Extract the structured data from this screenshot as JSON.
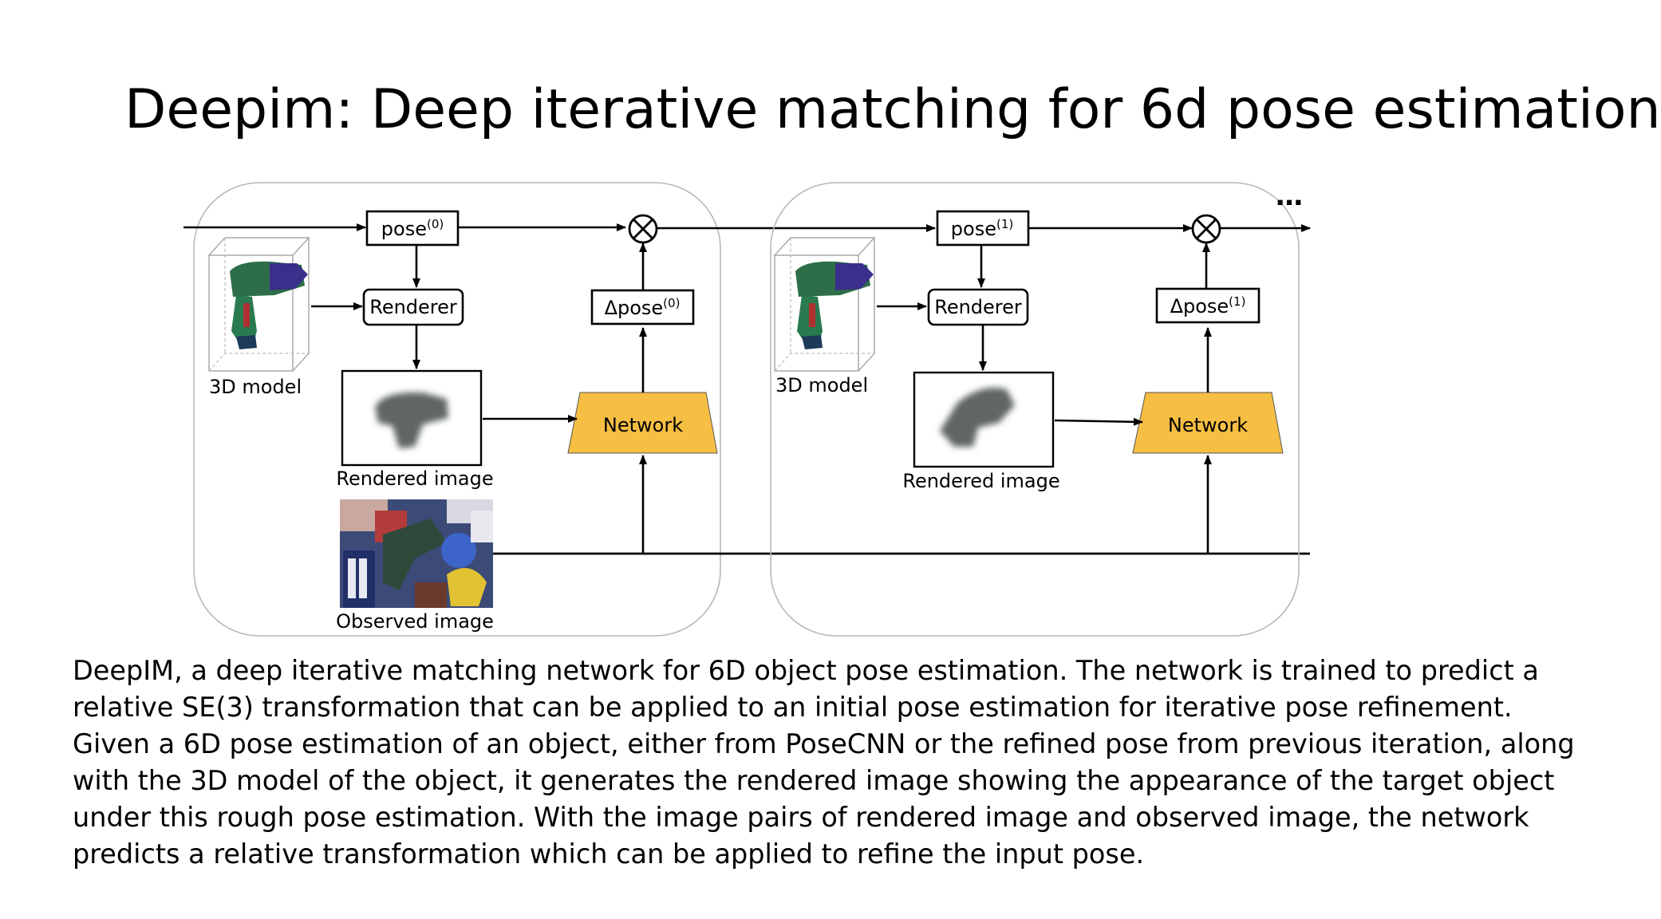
{
  "title": "Deepim: Deep iterative matching for 6d pose estimation",
  "diagram": {
    "stages": [
      {
        "pose_base": "pose",
        "pose_sup": "(0)",
        "renderer": "Renderer",
        "delta_base": "Δpose",
        "delta_sup": "(0)",
        "network": "Network",
        "model_label": "3D model",
        "rendered_label": "Rendered image",
        "observed_label": "Observed image"
      },
      {
        "pose_base": "pose",
        "pose_sup": "(1)",
        "renderer": "Renderer",
        "delta_base": "Δpose",
        "delta_sup": "(1)",
        "network": "Network",
        "model_label": "3D model",
        "rendered_label": "Rendered image"
      }
    ],
    "ellipsis": "…",
    "colors": {
      "network_fill": "#f6be42",
      "stroke": "#000000",
      "panel_border": "#b8b8b8"
    }
  },
  "caption": {
    "lines": [
      "DeepIM, a deep iterative matching network for 6D object pose estimation. The network is trained to predict a",
      "relative SE(3) transformation that can be applied to an initial pose estimation for iterative pose refinement.",
      "Given a 6D pose estimation of an object, either from PoseCNN or the refined pose from previous iteration, along",
      "with the 3D model of the object, it generates the rendered image showing the appearance of the target object",
      "under this rough pose estimation. With the image pairs of rendered image and observed image, the network",
      "predicts a relative transformation which can be applied to refine the input pose."
    ]
  }
}
